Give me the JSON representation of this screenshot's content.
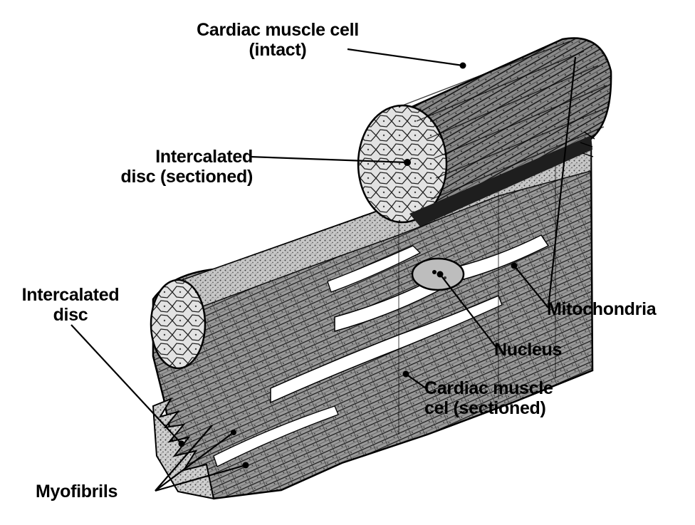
{
  "labels": {
    "cardiac_muscle_cell_intact": [
      "Cardiac muscle cell",
      "(intact)"
    ],
    "intercalated_disc_sectioned": [
      "Intercalated",
      "disc (sectioned)"
    ],
    "intercalated_disc": [
      "Intercalated",
      "disc"
    ],
    "mitochondria": [
      "Mitochondria"
    ],
    "nucleus": [
      "Nucleus"
    ],
    "cardiac_muscle_cell_sectioned": [
      "Cardiac muscle",
      "cel (sectioned)"
    ],
    "myofibrils": [
      "Myofibrils"
    ]
  },
  "colors": {
    "ink": "#000000",
    "paper": "#ffffff",
    "tissue": "#9a9a9a"
  }
}
